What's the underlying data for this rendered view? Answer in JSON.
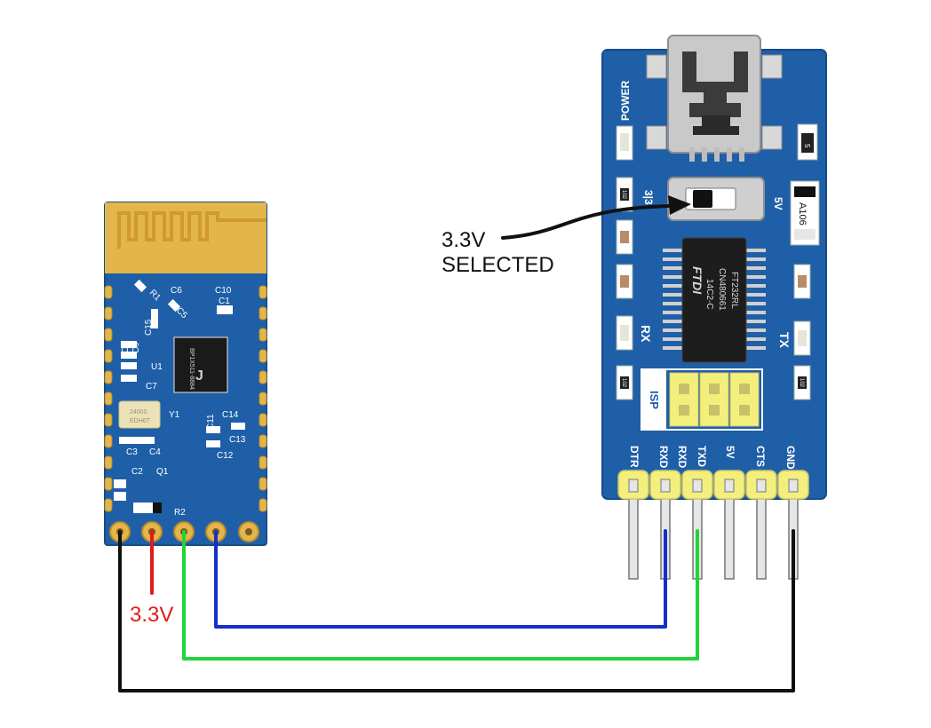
{
  "colors": {
    "board": "#1f5fa8",
    "board_edge": "#174c88",
    "gold": "#e2b64a",
    "wire_black": "#111111",
    "wire_red": "#e01b1b",
    "wire_green": "#1fd63a",
    "wire_blue": "#1430c8",
    "jumper_yellow": "#f4ef7c"
  },
  "annotations": {
    "selected_line1": "3.3V",
    "selected_line2": "SELECTED",
    "vcc_label": "3.3V"
  },
  "ftdi_board": {
    "power_label": "POWER",
    "rx_label": "RX",
    "tx_label": "TX",
    "isp_label": "ISP",
    "switch_left": "3|3",
    "switch_right": "5V",
    "cap_top": "5",
    "cap_a106": "A106",
    "resistor_code": "102",
    "chip_brand": "FTDI",
    "chip_line1": "14C2-C",
    "chip_line2": "CN480661",
    "chip_line3": "FT232RL",
    "pins": [
      "DTR",
      "RXD",
      "RXD",
      "TXD",
      "5V",
      "CTS",
      "GND"
    ]
  },
  "bt_module": {
    "labels": {
      "r1": "R1",
      "c6": "C6",
      "c5": "C5",
      "c10": "C10",
      "c1": "C1",
      "c15": "C15",
      "c8": "C8",
      "c9": "C9",
      "u1": "U1",
      "c7": "C7",
      "y1": "Y1",
      "c3": "C3",
      "c4": "C4",
      "c11": "C11",
      "c14": "C14",
      "c13": "C13",
      "c12": "C12",
      "c2": "C2",
      "q1": "Q1",
      "r2": "R2"
    },
    "chip_text": "BP1X511-8884",
    "crystal_line1": "24000",
    "crystal_line2": "EDH6T"
  }
}
